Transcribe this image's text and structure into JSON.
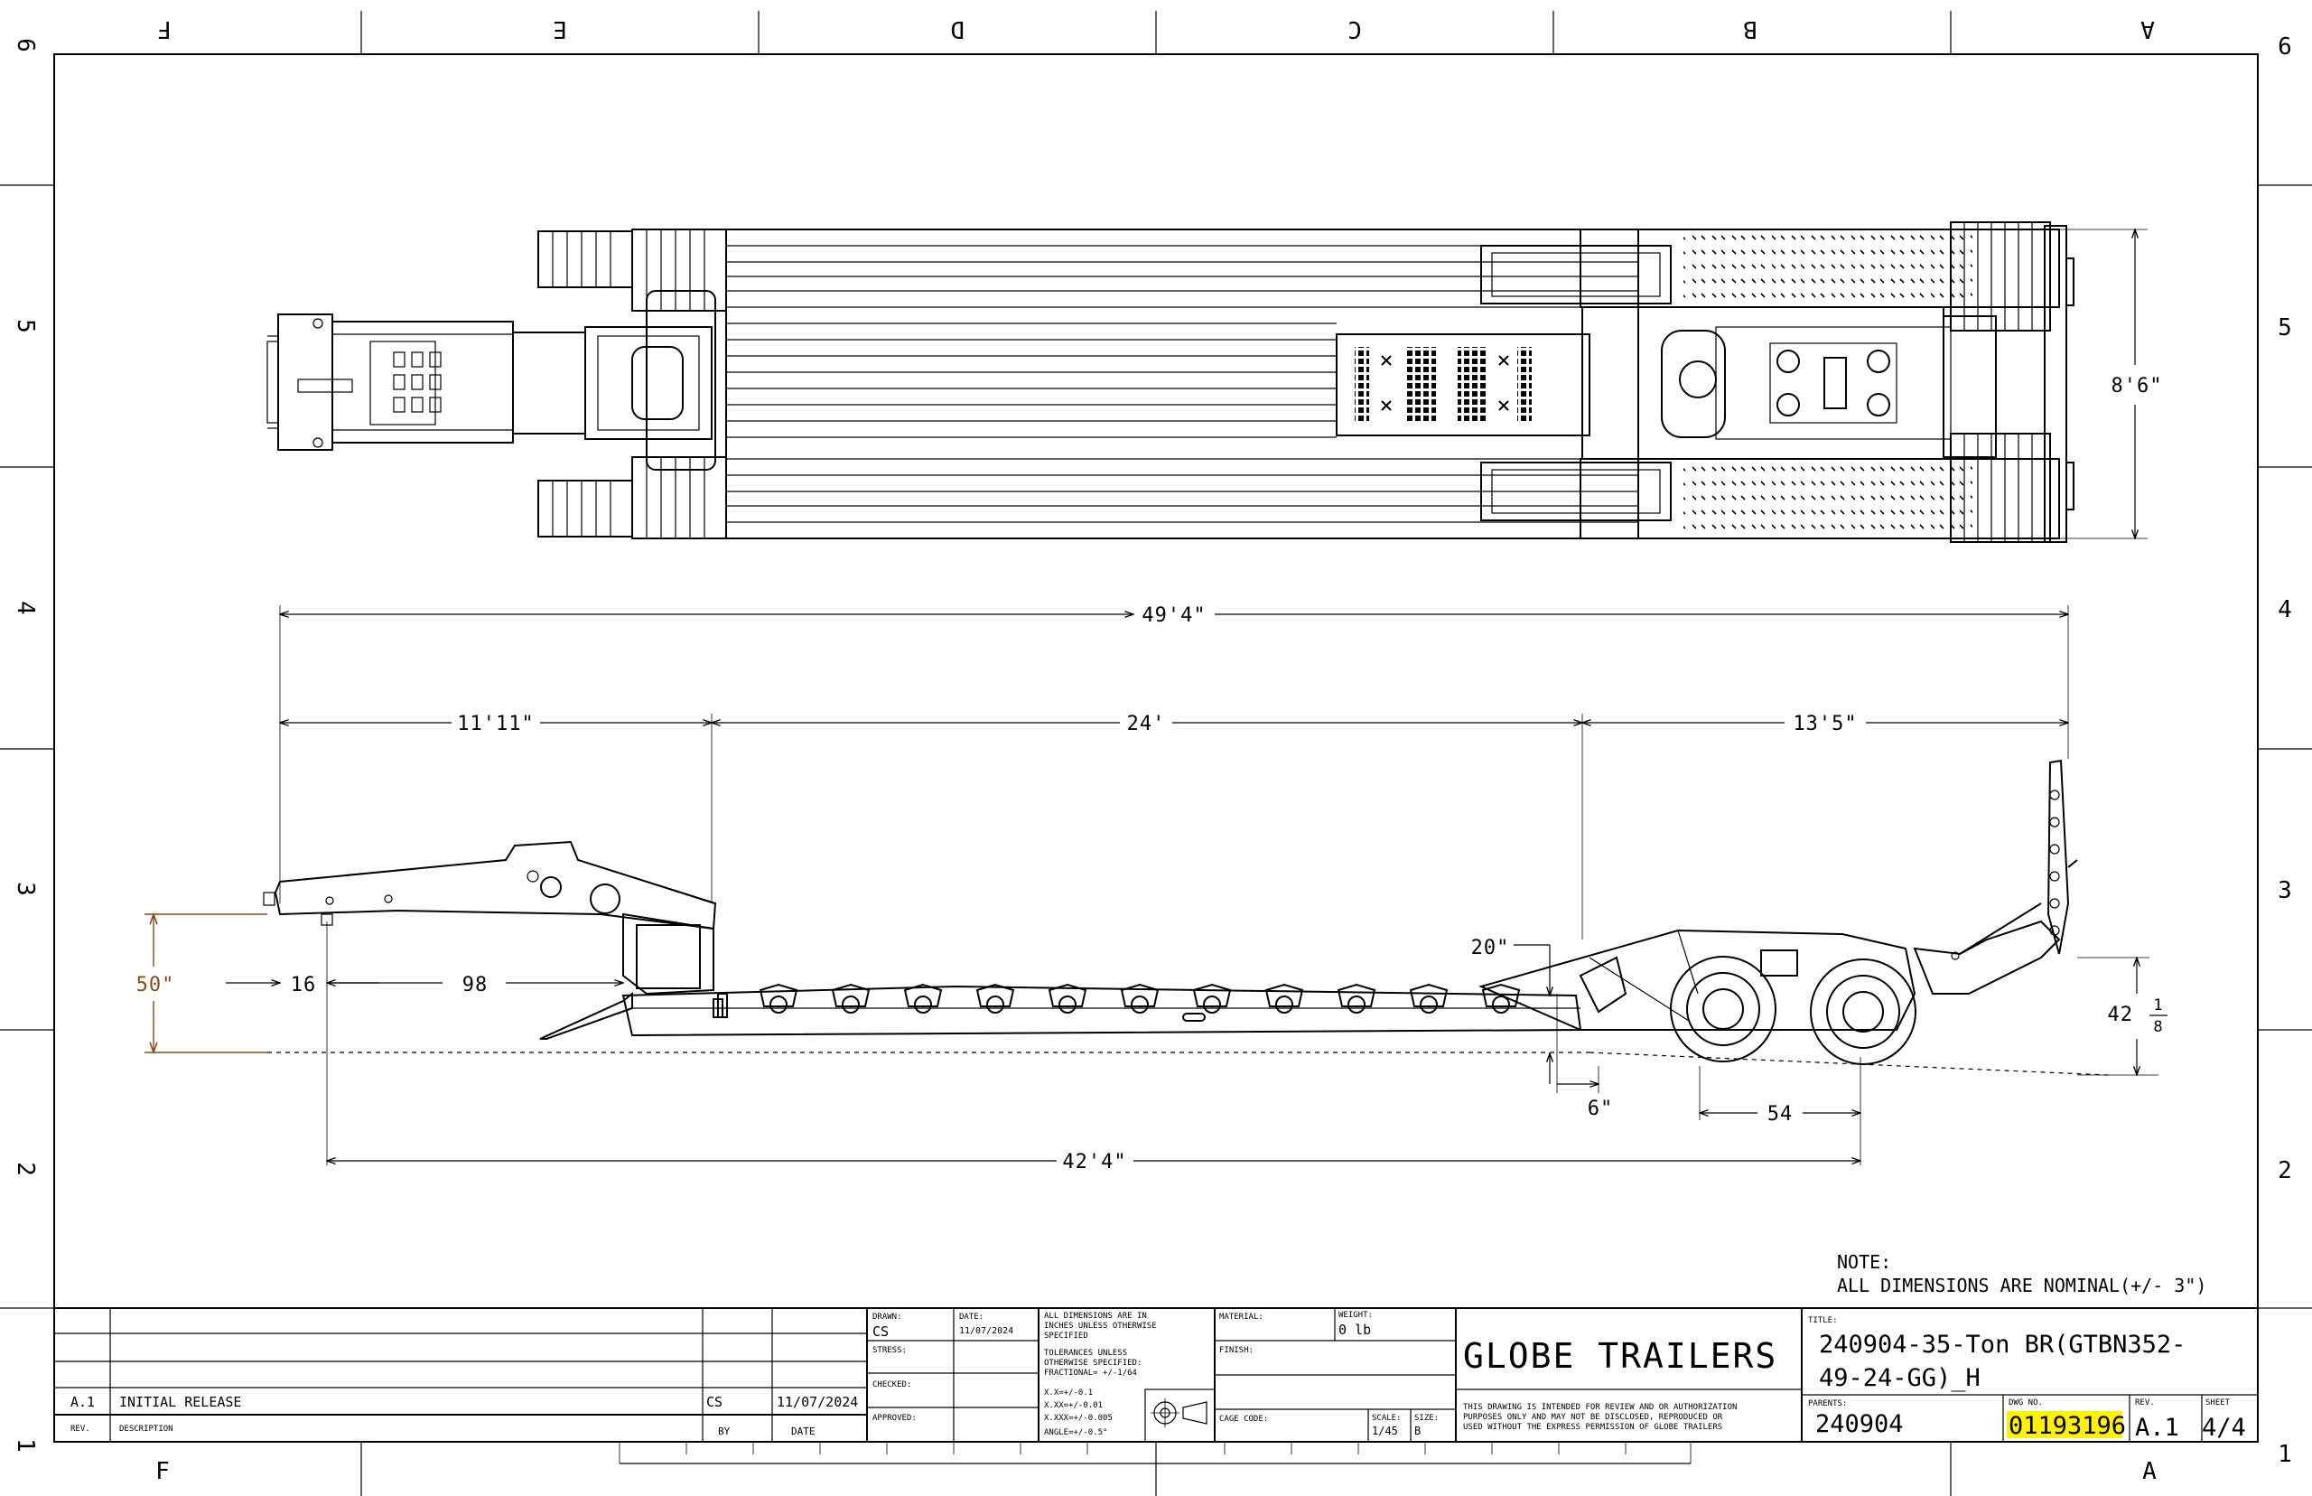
{
  "zones": {
    "columns_top": [
      "F",
      "E",
      "D",
      "C",
      "B",
      "A"
    ],
    "columns_bottom": [
      "F",
      "A"
    ],
    "rows_left": [
      "6",
      "5",
      "4",
      "3",
      "2",
      "1"
    ],
    "rows_right": [
      "6",
      "5",
      "4",
      "3",
      "2",
      "1"
    ]
  },
  "dimensions": {
    "overall_length": "49'4\"",
    "gooseneck": "11'11\"",
    "deck": "24'",
    "rear": "13'5\"",
    "width": "8'6\"",
    "height_front": "50\"",
    "kingpin_setback": "16",
    "kingpin_to_hinge": "98",
    "deck_height_rear": "20\"",
    "rear_height": "42",
    "rear_height_num": "1",
    "rear_height_den": "8",
    "axle_offset": "6\"",
    "axle_spread": "54",
    "kingpin_to_axle": "42'4\""
  },
  "note": {
    "title": "NOTE:",
    "text": "ALL DIMENSIONS ARE NOMINAL(+/- 3\")"
  },
  "title_block": {
    "revisions": [
      {
        "rev": "A.1",
        "description": "INITIAL RELEASE",
        "by": "CS",
        "date": "11/07/2024"
      }
    ],
    "headers": {
      "rev": "REV.",
      "description": "DESCRIPTION",
      "by": "BY",
      "date": "DATE"
    },
    "drawn_label": "DRAWN:",
    "drawn": "CS",
    "date_label": "DATE:",
    "date": "11/07/2024",
    "stress_label": "STRESS:",
    "checked_label": "CHECKED:",
    "approved_label": "APPROVED:",
    "tolerance_lines": [
      "ALL DIMENSIONS ARE IN",
      "INCHES UNLESS OTHERWISE",
      "SPECIFIED",
      "TOLERANCES UNLESS",
      "OTHERWISE SPECIFIED:",
      "FRACTIONAL= +/-1/64",
      "X.X=+/-0.1",
      "X.XX=+/-0.01",
      "X.XXX=+/-0.005",
      "ANGLE=+/-0.5°"
    ],
    "material_label": "MATERIAL:",
    "weight_label": "WEIGHT:",
    "weight": "0 lb",
    "finish_label": "FINISH:",
    "cage_code_label": "CAGE CODE:",
    "scale_label": "SCALE:",
    "scale": "1/45",
    "size_label": "SIZE:",
    "size": "B",
    "company": "GLOBE TRAILERS",
    "disclaimer": [
      "THIS DRAWING IS INTENDED FOR REVIEW AND OR AUTHORIZATION",
      "PURPOSES ONLY AND MAY NOT BE DISCLOSED, REPRODUCED OR",
      "USED WITHOUT THE EXPRESS PERMISSION OF GLOBE TRAILERS"
    ],
    "title_label": "TITLE:",
    "title_line1": "240904-35-Ton BR(GTBN352-",
    "title_line2": "49-24-GG)_H",
    "parents_label": "PARENTS:",
    "parents": "240904",
    "dwg_no_label": "DWG NO.",
    "dwg_no": "01193196",
    "rev_label": "REV.",
    "rev": "A.1",
    "sheet_label": "SHEET",
    "sheet": "4/4"
  },
  "colors": {
    "highlight": "#fff200",
    "dimension_accent": "#8a4a10"
  }
}
